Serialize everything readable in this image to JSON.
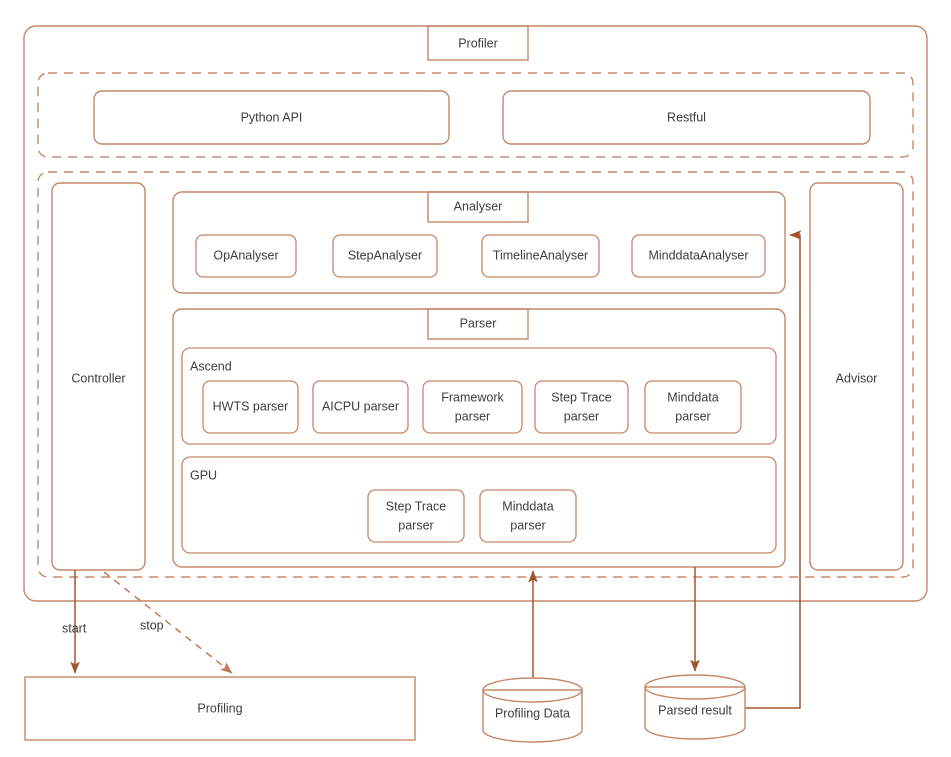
{
  "diagram": {
    "title": "Profiler",
    "colors": {
      "box_border": "#c5876a",
      "connector": "#a2552c",
      "connector_dashed": "#c07a52",
      "text": "#3d3d3d",
      "background": "#ffffff"
    },
    "interface_layer": {
      "items": [
        {
          "label": "Python API"
        },
        {
          "label": "Restful"
        }
      ]
    },
    "core_layer": {
      "controller": {
        "label": "Controller"
      },
      "advisor": {
        "label": "Advisor"
      },
      "analyser": {
        "title": "Analyser",
        "items": [
          {
            "label": "OpAnalyser"
          },
          {
            "label": "StepAnalyser"
          },
          {
            "label": "TimelineAnalyser"
          },
          {
            "label": "MinddataAnalyser"
          }
        ]
      },
      "parser": {
        "title": "Parser",
        "groups": [
          {
            "label": "Ascend",
            "items": [
              {
                "line1": "HWTS parser",
                "line2": ""
              },
              {
                "line1": "AICPU parser",
                "line2": ""
              },
              {
                "line1": "Framework",
                "line2": "parser"
              },
              {
                "line1": "Step Trace",
                "line2": "parser"
              },
              {
                "line1": "Minddata",
                "line2": "parser"
              }
            ]
          },
          {
            "label": "GPU",
            "items": [
              {
                "line1": "Step Trace",
                "line2": "parser"
              },
              {
                "line1": "Minddata",
                "line2": "parser"
              }
            ]
          }
        ]
      }
    },
    "external": {
      "profiling": {
        "label": "Profiling"
      },
      "profiling_data": {
        "label": "Profiling Data"
      },
      "parsed_result": {
        "label": "Parsed result"
      }
    },
    "edges": [
      {
        "label": "start",
        "style": "solid"
      },
      {
        "label": "stop",
        "style": "dashed"
      }
    ]
  }
}
